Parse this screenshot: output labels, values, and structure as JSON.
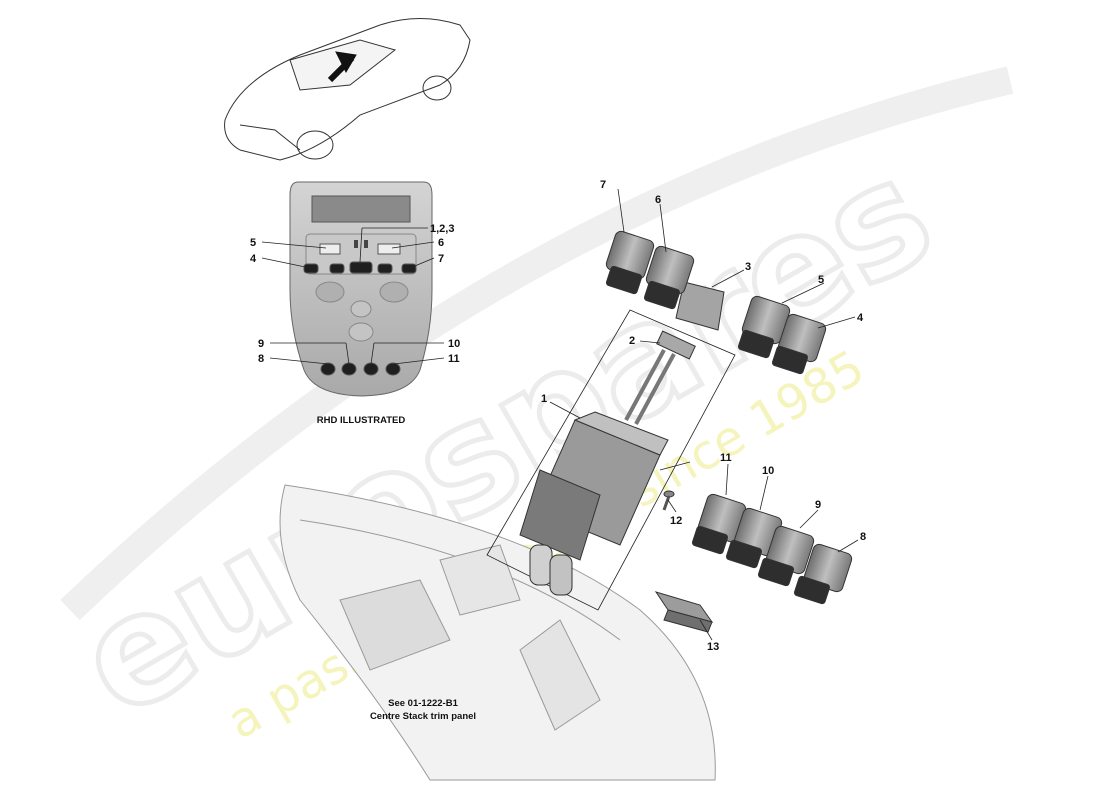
{
  "watermark": {
    "brand": "eurospares",
    "tagline": "a passion for parts since 1985"
  },
  "panel_labels": {
    "l_5": "5",
    "l_4": "4",
    "l_123": "1,2,3",
    "l_6": "6",
    "l_7": "7",
    "l_9": "9",
    "l_8": "8",
    "l_10": "10",
    "l_11": "11",
    "caption": "RHD ILLUSTRATED"
  },
  "callouts": {
    "c1": "1",
    "c2": "2",
    "c3": "3",
    "c4": "4",
    "c5": "5",
    "c6": "6",
    "c7": "7",
    "c8": "8",
    "c9": "9",
    "c10": "10",
    "c11": "11",
    "c12": "12",
    "c13": "13"
  },
  "reference": {
    "line1": "See 01-1222-B1",
    "line2": "Centre Stack trim panel"
  },
  "colors": {
    "switch_grey": "#8c8c8c",
    "switch_dark": "#3a3a3a",
    "panel_grey": "#bdbdbd",
    "watermark_yellow": "#f1f1a6"
  }
}
